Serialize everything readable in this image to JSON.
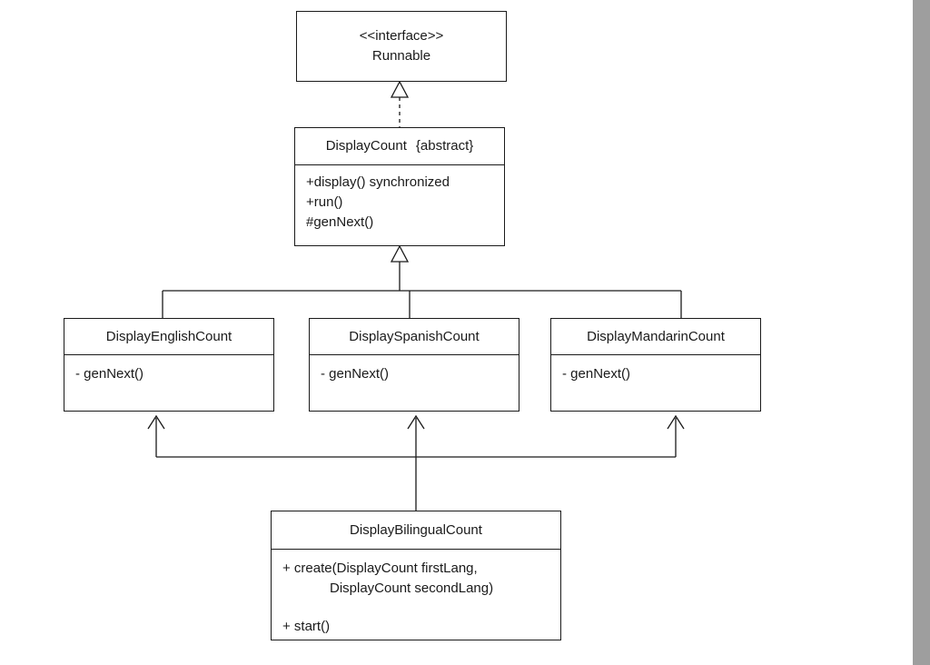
{
  "runnable": {
    "stereotype": "<<interface>>",
    "name": "Runnable"
  },
  "display_count": {
    "name": "DisplayCount",
    "modifier": "{abstract}",
    "methods": [
      "+display() synchronized",
      "+run()",
      "#genNext()"
    ]
  },
  "display_english": {
    "name": "DisplayEnglishCount",
    "methods": [
      "- genNext()"
    ]
  },
  "display_spanish": {
    "name": "DisplaySpanishCount",
    "methods": [
      "- genNext()"
    ]
  },
  "display_mandarin": {
    "name": "DisplayMandarinCount",
    "methods": [
      "- genNext()"
    ]
  },
  "display_bilingual": {
    "name": "DisplayBilingualCount",
    "methods": [
      "+ create(DisplayCount firstLang,",
      "DisplayCount secondLang)",
      "+ start()"
    ]
  },
  "colors": {
    "line": "#1a1a1a",
    "background": "#ffffff",
    "scroll_track": "#9e9e9e"
  }
}
